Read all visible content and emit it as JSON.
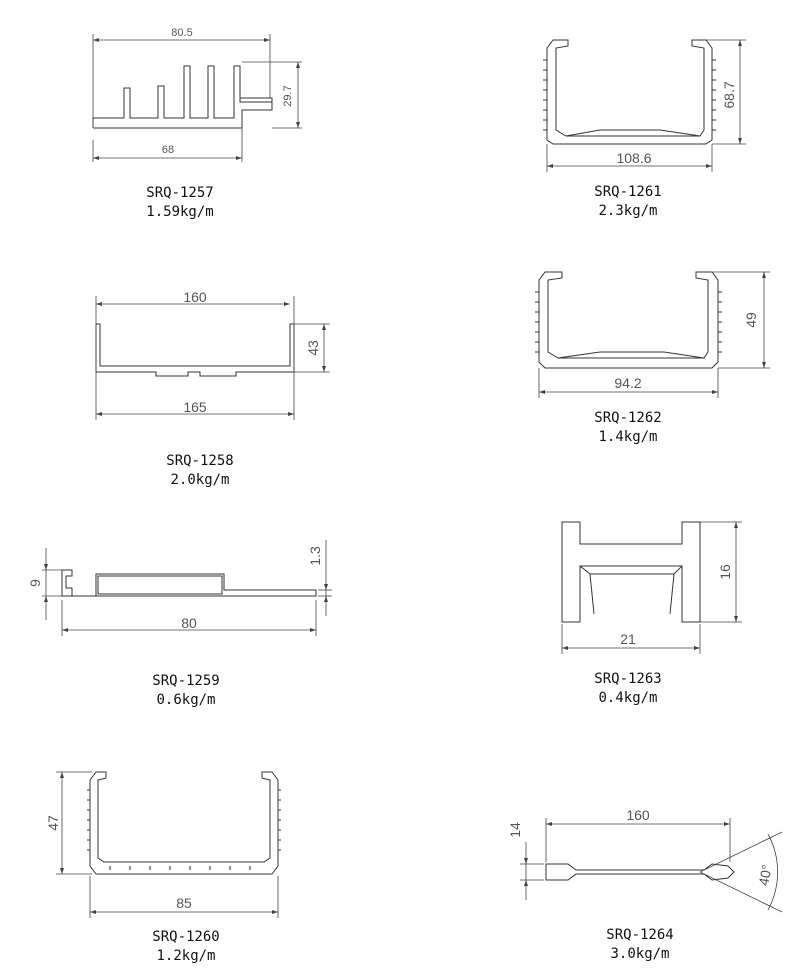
{
  "profiles": [
    {
      "code": "SRQ-1257",
      "weight": "1.59kg/m",
      "dims": [
        "80.5",
        "29.7",
        "68"
      ]
    },
    {
      "code": "SRQ-1261",
      "weight": "2.3kg/m",
      "dims": [
        "108.6",
        "68.7"
      ]
    },
    {
      "code": "SRQ-1258",
      "weight": "2.0kg/m",
      "dims": [
        "160",
        "43",
        "165"
      ]
    },
    {
      "code": "SRQ-1262",
      "weight": "1.4kg/m",
      "dims": [
        "94.2",
        "49"
      ]
    },
    {
      "code": "SRQ-1259",
      "weight": "0.6kg/m",
      "dims": [
        "9",
        "1.3",
        "80"
      ]
    },
    {
      "code": "SRQ-1263",
      "weight": "0.4kg/m",
      "dims": [
        "21",
        "16"
      ]
    },
    {
      "code": "SRQ-1260",
      "weight": "1.2kg/m",
      "dims": [
        "47",
        "85"
      ]
    },
    {
      "code": "SRQ-1264",
      "weight": "3.0kg/m",
      "dims": [
        "160",
        "14",
        "40°"
      ]
    }
  ]
}
